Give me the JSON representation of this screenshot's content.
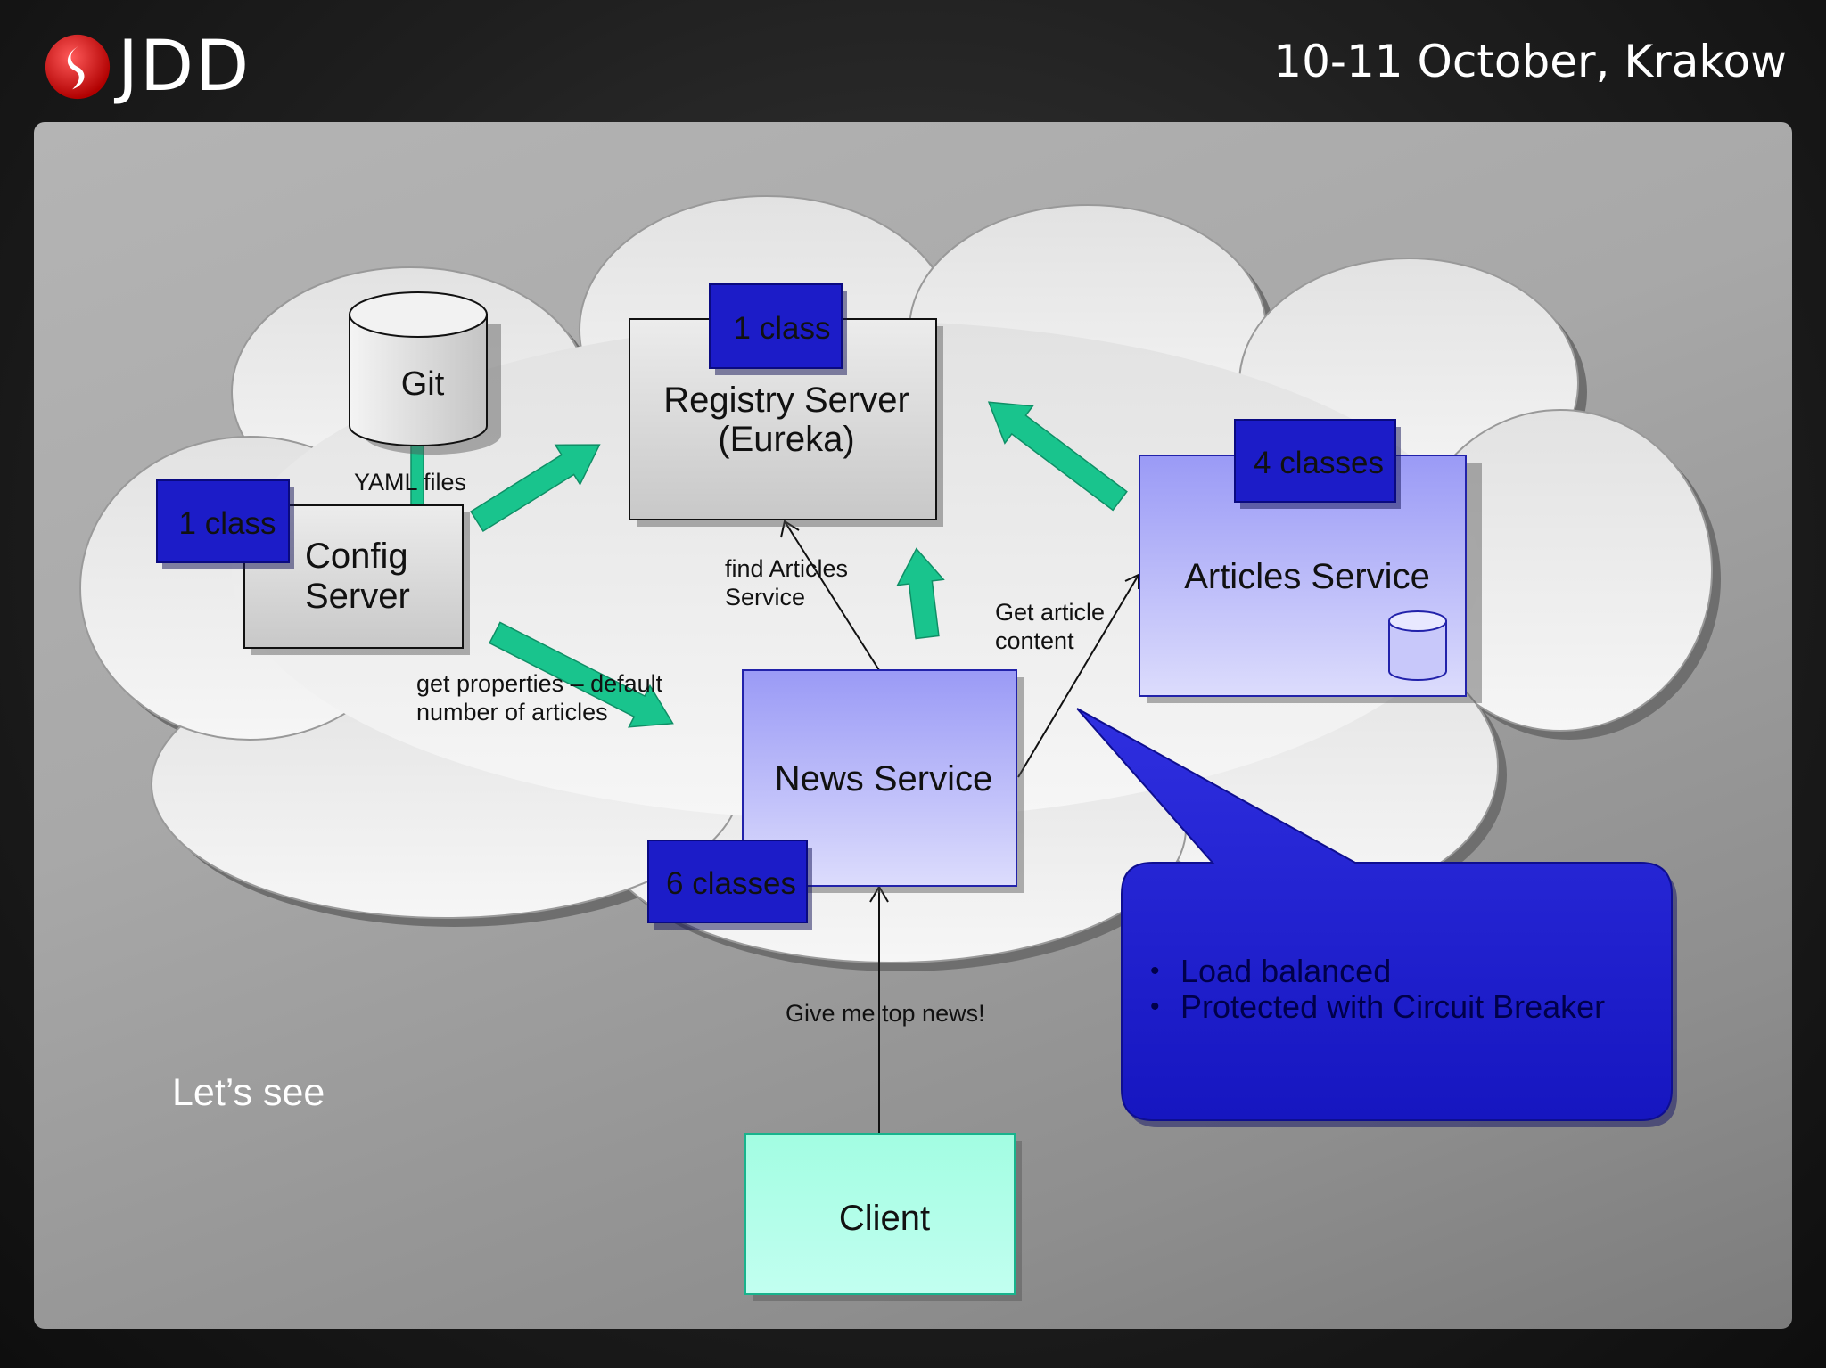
{
  "header": {
    "logo_text": "JDD",
    "event": "10-11 October, Krakow"
  },
  "colors": {
    "class_badge": "#1c1cc8",
    "service_box": "#a8a8f8",
    "client_box": "#a4ffe4",
    "arrow": "#19c48d",
    "callout": "#2222d8"
  },
  "nodes": {
    "git": "Git",
    "config_server": [
      "Config",
      "Server"
    ],
    "registry_server": [
      "Registry Server",
      "(Eureka)"
    ],
    "articles_service": "Articles Service",
    "news_service": "News Service",
    "client": "Client"
  },
  "badges": {
    "config": "1 class",
    "registry": "1 class",
    "articles": "4 classes",
    "news": "6 classes"
  },
  "edge_labels": {
    "yaml": "YAML files",
    "get_properties": [
      "get properties – default",
      "number of articles"
    ],
    "find_articles": [
      "find Articles",
      "Service"
    ],
    "get_article": [
      "Get article",
      "content"
    ],
    "give_news": "Give me top news!"
  },
  "callout": {
    "items": [
      "Load balanced",
      "Protected with Circuit Breaker"
    ]
  },
  "footer_text": "Let’s see"
}
